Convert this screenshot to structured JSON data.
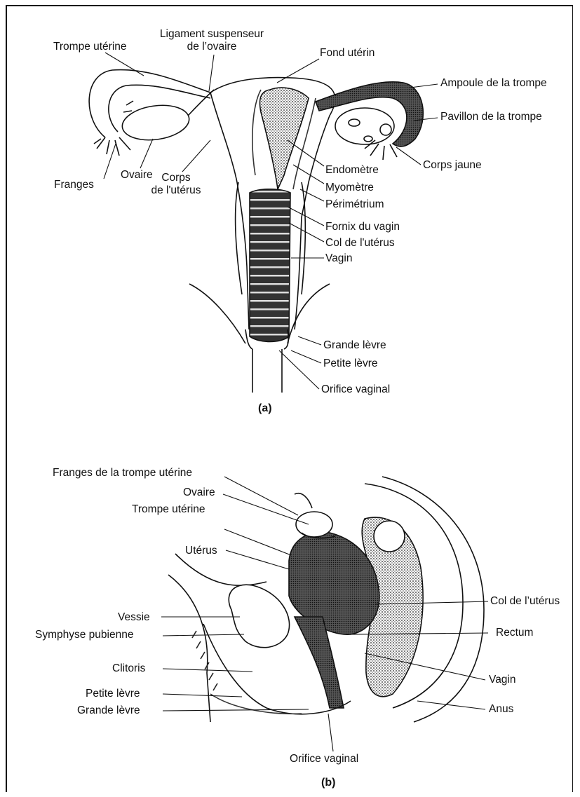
{
  "figure_a": {
    "caption": "(a)",
    "labels": {
      "trompe_uterine": "Trompe utérine",
      "ligament_line1": "Ligament suspenseur",
      "ligament_line2": "de l’ovaire",
      "fond_uterin": "Fond utérin",
      "ampoule": "Ampoule de la trompe",
      "pavillon": "Pavillon de la trompe",
      "corps_jaune": "Corps jaune",
      "endometre": "Endomètre",
      "myometre": "Myomètre",
      "perimetrium": "Périmétrium",
      "fornix": "Fornix du vagin",
      "col": "Col de l'utérus",
      "vagin": "Vagin",
      "franges": "Franges",
      "ovaire": "Ovaire",
      "corps_line1": "Corps",
      "corps_line2": "de l'utérus",
      "grande_levre": "Grande lèvre",
      "petite_levre": "Petite lèvre",
      "orifice": "Orifice vaginal"
    }
  },
  "figure_b": {
    "caption": "(b)",
    "labels": {
      "franges": "Franges de la trompe utérine",
      "ovaire": "Ovaire",
      "trompe": "Trompe utérine",
      "uterus": "Utérus",
      "vessie": "Vessie",
      "symphyse": "Symphyse pubienne",
      "clitoris": "Clitoris",
      "petite_levre": "Petite lèvre",
      "grande_levre": "Grande lèvre",
      "col": "Col de l’utérus",
      "rectum": "Rectum",
      "vagin": "Vagin",
      "anus": "Anus",
      "orifice": "Orifice vaginal"
    }
  },
  "colors": {
    "ink": "#111111",
    "shade": "#444444",
    "paper": "#ffffff"
  }
}
